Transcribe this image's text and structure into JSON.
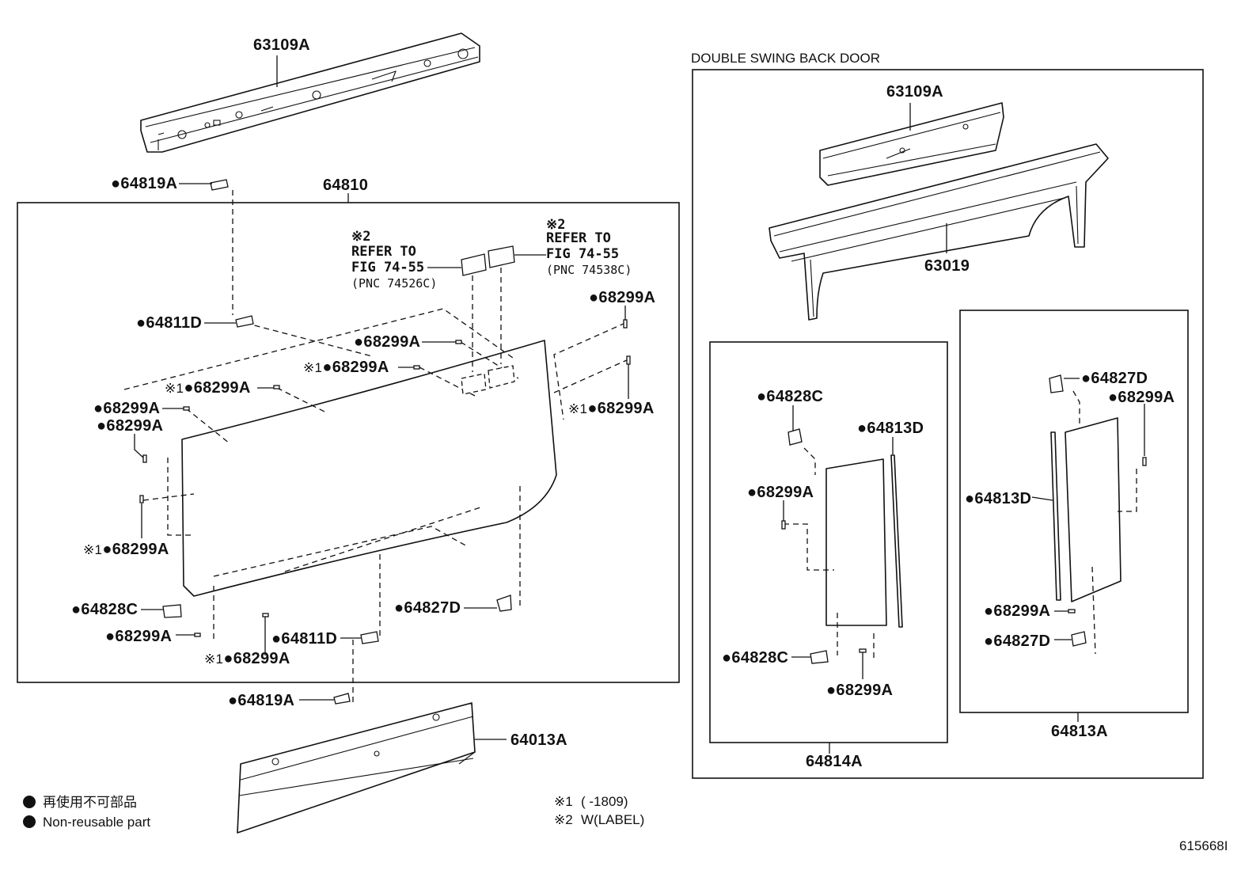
{
  "header": {
    "double_swing": "DOUBLE SWING BACK DOOR"
  },
  "page_code": "615668I",
  "refer_left": {
    "mark": "※2",
    "line1": "REFER TO",
    "line2": "FIG 74-55",
    "pnc": "(PNC 74526C)"
  },
  "refer_right": {
    "mark": "※2",
    "line1": "REFER TO",
    "line2": "FIG 74-55",
    "pnc": "(PNC 74538C)"
  },
  "legend": {
    "ja": "再使用不可部品",
    "en": "Non-reusable part",
    "note1_mark": "※1",
    "note1_text": "(      -1809)",
    "note2_mark": "※2",
    "note2_text": "W(LABEL)"
  },
  "labels": [
    {
      "id": "l-63109a-top",
      "mark": "",
      "text": "63109A",
      "dot": false
    },
    {
      "id": "l-64810",
      "mark": "",
      "text": "64810",
      "dot": false
    },
    {
      "id": "l-64819a-top",
      "mark": "",
      "text": "64819A",
      "dot": true
    },
    {
      "id": "l-64811d-left",
      "mark": "",
      "text": "64811D",
      "dot": true
    },
    {
      "id": "l-68299a-c1",
      "mark": "",
      "text": "68299A",
      "dot": true
    },
    {
      "id": "l-68299a-c2",
      "mark": "※1",
      "text": "68299A",
      "dot": true
    },
    {
      "id": "l-68299a-c3",
      "mark": "※1",
      "text": "68299A",
      "dot": true
    },
    {
      "id": "l-68299a-l1",
      "mark": "",
      "text": "68299A",
      "dot": true
    },
    {
      "id": "l-68299a-l2",
      "mark": "",
      "text": "68299A",
      "dot": true
    },
    {
      "id": "l-68299a-r1",
      "mark": "",
      "text": "68299A",
      "dot": true
    },
    {
      "id": "l-68299a-r2",
      "mark": "※1",
      "text": "68299A",
      "dot": true
    },
    {
      "id": "l-68299a-l3",
      "mark": "※1",
      "text": "68299A",
      "dot": true
    },
    {
      "id": "l-64828c-left",
      "mark": "",
      "text": "64828C",
      "dot": true
    },
    {
      "id": "l-68299a-b1",
      "mark": "",
      "text": "68299A",
      "dot": true
    },
    {
      "id": "l-68299a-b2",
      "mark": "※1",
      "text": "68299A",
      "dot": true
    },
    {
      "id": "l-64811d-bot",
      "mark": "",
      "text": "64811D",
      "dot": true
    },
    {
      "id": "l-64827d-left",
      "mark": "",
      "text": "64827D",
      "dot": true
    },
    {
      "id": "l-64819a-bot",
      "mark": "",
      "text": "64819A",
      "dot": true
    },
    {
      "id": "l-64013a",
      "mark": "",
      "text": "64013A",
      "dot": false
    },
    {
      "id": "l-63109a-right",
      "mark": "",
      "text": "63109A",
      "dot": false
    },
    {
      "id": "l-63019",
      "mark": "",
      "text": "63019",
      "dot": false
    },
    {
      "id": "l-64828c-rt",
      "mark": "",
      "text": "64828C",
      "dot": true
    },
    {
      "id": "l-64813d-rt",
      "mark": "",
      "text": "64813D",
      "dot": true
    },
    {
      "id": "l-68299a-rt",
      "mark": "",
      "text": "68299A",
      "dot": true
    },
    {
      "id": "l-64828c-rb",
      "mark": "",
      "text": "64828C",
      "dot": true
    },
    {
      "id": "l-68299a-rb",
      "mark": "",
      "text": "68299A",
      "dot": true
    },
    {
      "id": "l-64814a",
      "mark": "",
      "text": "64814A",
      "dot": false
    },
    {
      "id": "l-64827d-rrt",
      "mark": "",
      "text": "64827D",
      "dot": true
    },
    {
      "id": "l-68299a-rrt",
      "mark": "",
      "text": "68299A",
      "dot": true
    },
    {
      "id": "l-64813d-rr",
      "mark": "",
      "text": "64813D",
      "dot": true
    },
    {
      "id": "l-68299a-rrb",
      "mark": "",
      "text": "68299A",
      "dot": true
    },
    {
      "id": "l-64827d-rrb",
      "mark": "",
      "text": "64827D",
      "dot": true
    },
    {
      "id": "l-64813a",
      "mark": "",
      "text": "64813A",
      "dot": false
    }
  ]
}
